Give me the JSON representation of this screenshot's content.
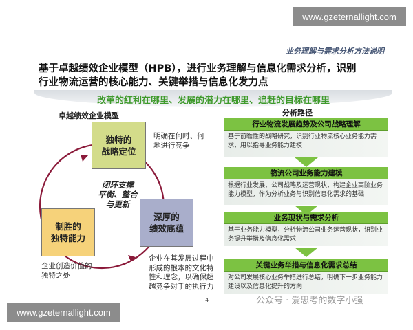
{
  "watermarks": {
    "top": "www.gzeternallight.com",
    "bottom": "www.gzeternallight.com",
    "overlay": "公众号 · 爱思考的数字小强"
  },
  "slide": {
    "subtitle": "业务理解与需求分析方法说明",
    "title_line1": "基于卓越绩效企业模型（HPB），进行业务理解与信息化需求分析，识别",
    "title_line2": "行业物流运营的核心能力、关键举措与信息化发力点",
    "banner": "改革的红利在哪里、发展的潜力在哪里、追赶的目标在哪里",
    "page_number": "4",
    "model": {
      "heading": "卓越绩效企业模型",
      "box_top": [
        "独特的",
        "战略定位"
      ],
      "box_left": [
        "制胜的",
        "独特能力"
      ],
      "box_right": [
        "深厚的",
        "绩效底蕴"
      ],
      "center": [
        "闭环支撑",
        "平衡、整合",
        "与更新"
      ],
      "note_top": [
        "明确在何时、何",
        "地进行竞争"
      ],
      "note_left": [
        "企业创造价值的",
        "独特之处"
      ],
      "note_right": [
        "企业在其发展过程中",
        "形成的根本的文化特",
        "性和理念，以确保超",
        "越竞争对手的执行力"
      ]
    },
    "path": {
      "heading": "分析路径",
      "steps": [
        {
          "title": "行业物流发展趋势及公司战略理解",
          "desc": "基于前瞻性的战略研究，识别行业物流核心业务能力需求，用以指导业务能力建模"
        },
        {
          "title": "物流公司业务能力建模",
          "desc": "根据行业发展、公司战略及运营现状，构建企业高阶业务能力模型，作为分析业务与识别信息化需求的基础"
        },
        {
          "title": "业务现状与需求分析",
          "desc": "基于业务能力模型，分析物流公司业务运营现状，识别业务提升举措及信息化需求"
        },
        {
          "title": "关键业务举措与信息化需求总结",
          "desc": "对公司发展核心业务举措进行总结，明确下一步业务能力建设以及信息化提升的方向"
        }
      ]
    }
  },
  "colors": {
    "green": "#7cc242",
    "banner_text": "#3f9a2c",
    "box_top": "#d3dc8a",
    "box_left": "#f6d27a",
    "box_right": "#a9aecb",
    "arc": "#8b1a3a"
  }
}
